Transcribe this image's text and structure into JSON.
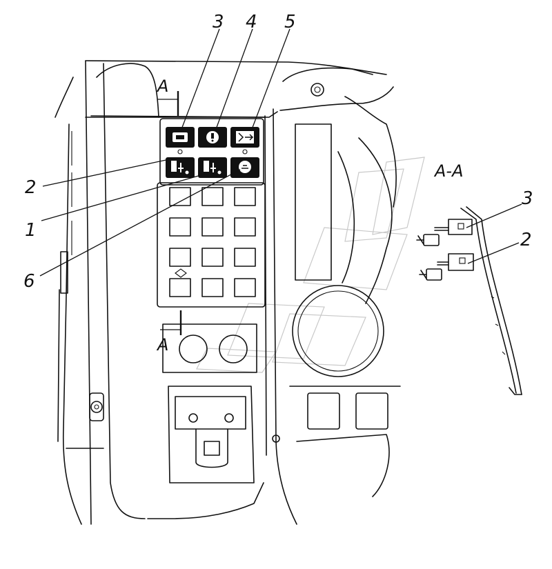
{
  "callouts": {
    "c1": "1",
    "c2": "2",
    "c3": "3",
    "c4": "4",
    "c5": "5",
    "c6": "6",
    "detail_3": "3",
    "detail_2": "2"
  },
  "section": {
    "marker_top": "A",
    "marker_bottom": "A",
    "view_title": "A-A"
  },
  "icons": {
    "switch_1": "switch-icon",
    "switch_2": "switch-icon",
    "switch_3": "engine-icon",
    "switch_4": "brake-icon",
    "switch_5": "light-beam-icon",
    "switch_6": "lamp-icon"
  }
}
